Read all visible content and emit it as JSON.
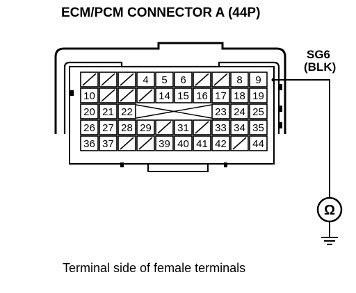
{
  "diagram": {
    "title": "ECM/PCM CONNECTOR A (44P)",
    "wire_label_line1": "SG6",
    "wire_label_line2": "(BLK)",
    "meter_symbol": "Ω",
    "caption": "Terminal side of female terminals",
    "rows": [
      [
        "/",
        "/",
        "/",
        "4",
        "5",
        "6",
        "/",
        "/",
        "8",
        "9"
      ],
      [
        "10",
        "/",
        "/",
        "/",
        "14",
        "15",
        "16",
        "17",
        "18",
        "19"
      ],
      [
        "20",
        "21",
        "22",
        "",
        "",
        "",
        "",
        "23",
        "24",
        "25"
      ],
      [
        "26",
        "27",
        "28",
        "29",
        "/",
        "31",
        "/",
        "33",
        "34",
        "35"
      ],
      [
        "36",
        "37",
        "/",
        "/",
        "39",
        "40",
        "41",
        "42",
        "/",
        "44"
      ]
    ],
    "probed_terminal": "9"
  }
}
